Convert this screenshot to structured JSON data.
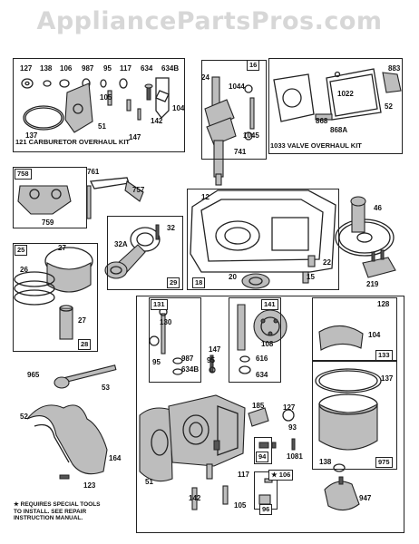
{
  "watermark": "AppliancePartsPros.com",
  "kits": {
    "carburetor": "121 CARBURETOR OVERHAUL KIT",
    "valve": "1033 VALVE OVERHAUL KIT"
  },
  "note": "★ REQUIRES SPECIAL TOOLS\nTO INSTALL. SEE REPAIR\nINSTRUCTION MANUAL.",
  "labels": {
    "l127a": "127",
    "l138": "138",
    "l106": "106",
    "l987a": "987",
    "l95a": "95",
    "l117a": "117",
    "l634a": "634",
    "l634b": "634B",
    "l105a": "105",
    "l51a": "51",
    "l104a": "104",
    "l142a": "142",
    "l147a": "147",
    "l137a": "137",
    "l16": "16",
    "l24": "24",
    "l1044": "1044",
    "l1045": "1045",
    "l741": "741",
    "l883": "883",
    "l1022": "1022",
    "l52a": "52",
    "l868a": "868A",
    "l868": "868",
    "l758": "758",
    "l761": "761",
    "l757": "757",
    "l759": "759",
    "l12": "12",
    "l46": "46",
    "l22": "22",
    "l15": "15",
    "l20": "20",
    "l18": "18",
    "l219": "219",
    "l32": "32",
    "l32a": "32A",
    "l29": "29",
    "l25": "25",
    "l27a": "27",
    "l26": "26",
    "l27b": "27",
    "l28": "28",
    "l131": "131",
    "l130": "130",
    "l95b": "95",
    "l987b": "987",
    "l634bb": "634B",
    "l95c": "95",
    "l141": "141",
    "l108": "108",
    "l616": "616",
    "l634c": "634",
    "l128": "128",
    "l104b": "104",
    "l133": "133",
    "l137b": "137",
    "l138b": "138",
    "l975": "975",
    "l965": "965",
    "l53": "53",
    "l52b": "52",
    "l164": "164",
    "l123": "123",
    "l147b": "147",
    "l185": "185",
    "l127b": "127",
    "l93": "93",
    "l94": "94",
    "l1081": "1081",
    "l106b": "★ 106",
    "l117b": "117",
    "l51b": "51",
    "l142b": "142",
    "l105b": "105",
    "l96": "96",
    "l947": "947"
  }
}
